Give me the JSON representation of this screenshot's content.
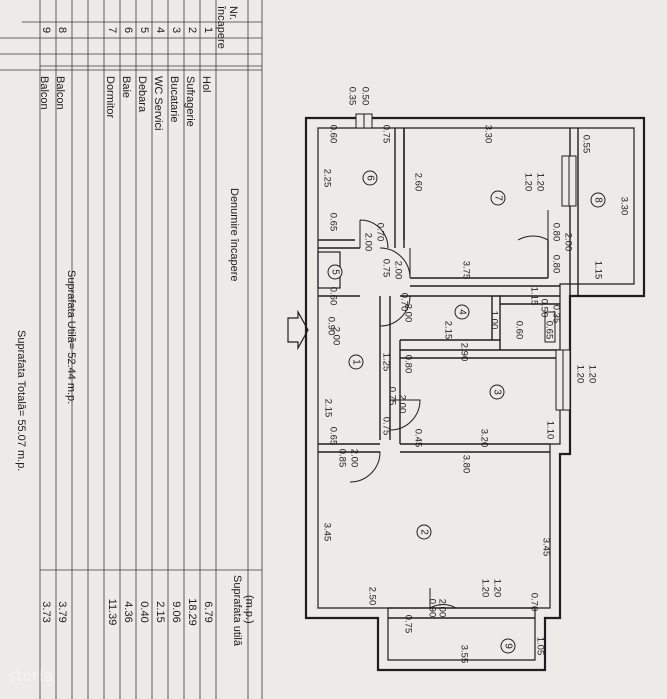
{
  "table": {
    "col_nr": "Nr.",
    "col_nr2": "încapere",
    "col_name": "Denumire încapere",
    "col_area": "Suprafata utilă",
    "col_area_unit": "(m.p.)",
    "rows": [
      {
        "nr": "1",
        "name": "Hol",
        "area": "6.79"
      },
      {
        "nr": "2",
        "name": "Sufragerie",
        "area": "18.29"
      },
      {
        "nr": "3",
        "name": "Bucatarie",
        "area": "9.06"
      },
      {
        "nr": "4",
        "name": "WC Servici",
        "area": "2.15"
      },
      {
        "nr": "5",
        "name": "Debara",
        "area": "0.40"
      },
      {
        "nr": "6",
        "name": "Baie",
        "area": "4.36"
      },
      {
        "nr": "7",
        "name": "Dormitor",
        "area": "11.39"
      },
      {
        "nr": "8",
        "name": "Balcon",
        "area": "3.79"
      },
      {
        "nr": "9",
        "name": "Balcon",
        "area": "3.73"
      }
    ],
    "useful_area": "Suprafata Utilă= 52.44 m.p.",
    "total_area": "Suprafata Totală= 55.07 m.p."
  },
  "plan": {
    "rooms": [
      "1",
      "2",
      "3",
      "4",
      "5",
      "6",
      "7",
      "8",
      "9"
    ],
    "dims": [
      "0.50",
      "0.35",
      "0.60",
      "0.75",
      "3.30",
      "0.55",
      "2.25",
      "2.60",
      "1.20",
      "1.20",
      "3.30",
      "0.65",
      "0.70",
      "2.00",
      "0.80",
      "2.00",
      "0.75",
      "2.00",
      "0.80",
      "3.75",
      "1.15",
      "0.60",
      "0.70",
      "2.00",
      "1.15",
      "0.50",
      "0.35",
      "0.90",
      "2.00",
      "2.15",
      "1.00",
      "0.60",
      "0.65",
      "1.25",
      "0.80",
      "2.90",
      "1.20",
      "1.20",
      "0.75",
      "2.00",
      "2.15",
      "0.65",
      "0.75",
      "0.45",
      "3.20",
      "1.10",
      "0.85",
      "2.00",
      "3.80",
      "3.45",
      "3.45",
      "1.20",
      "1.20",
      "2.50",
      "0.90",
      "2.00",
      "0.70",
      "0.75",
      "1.05",
      "3.55"
    ]
  },
  "watermark": "storia"
}
